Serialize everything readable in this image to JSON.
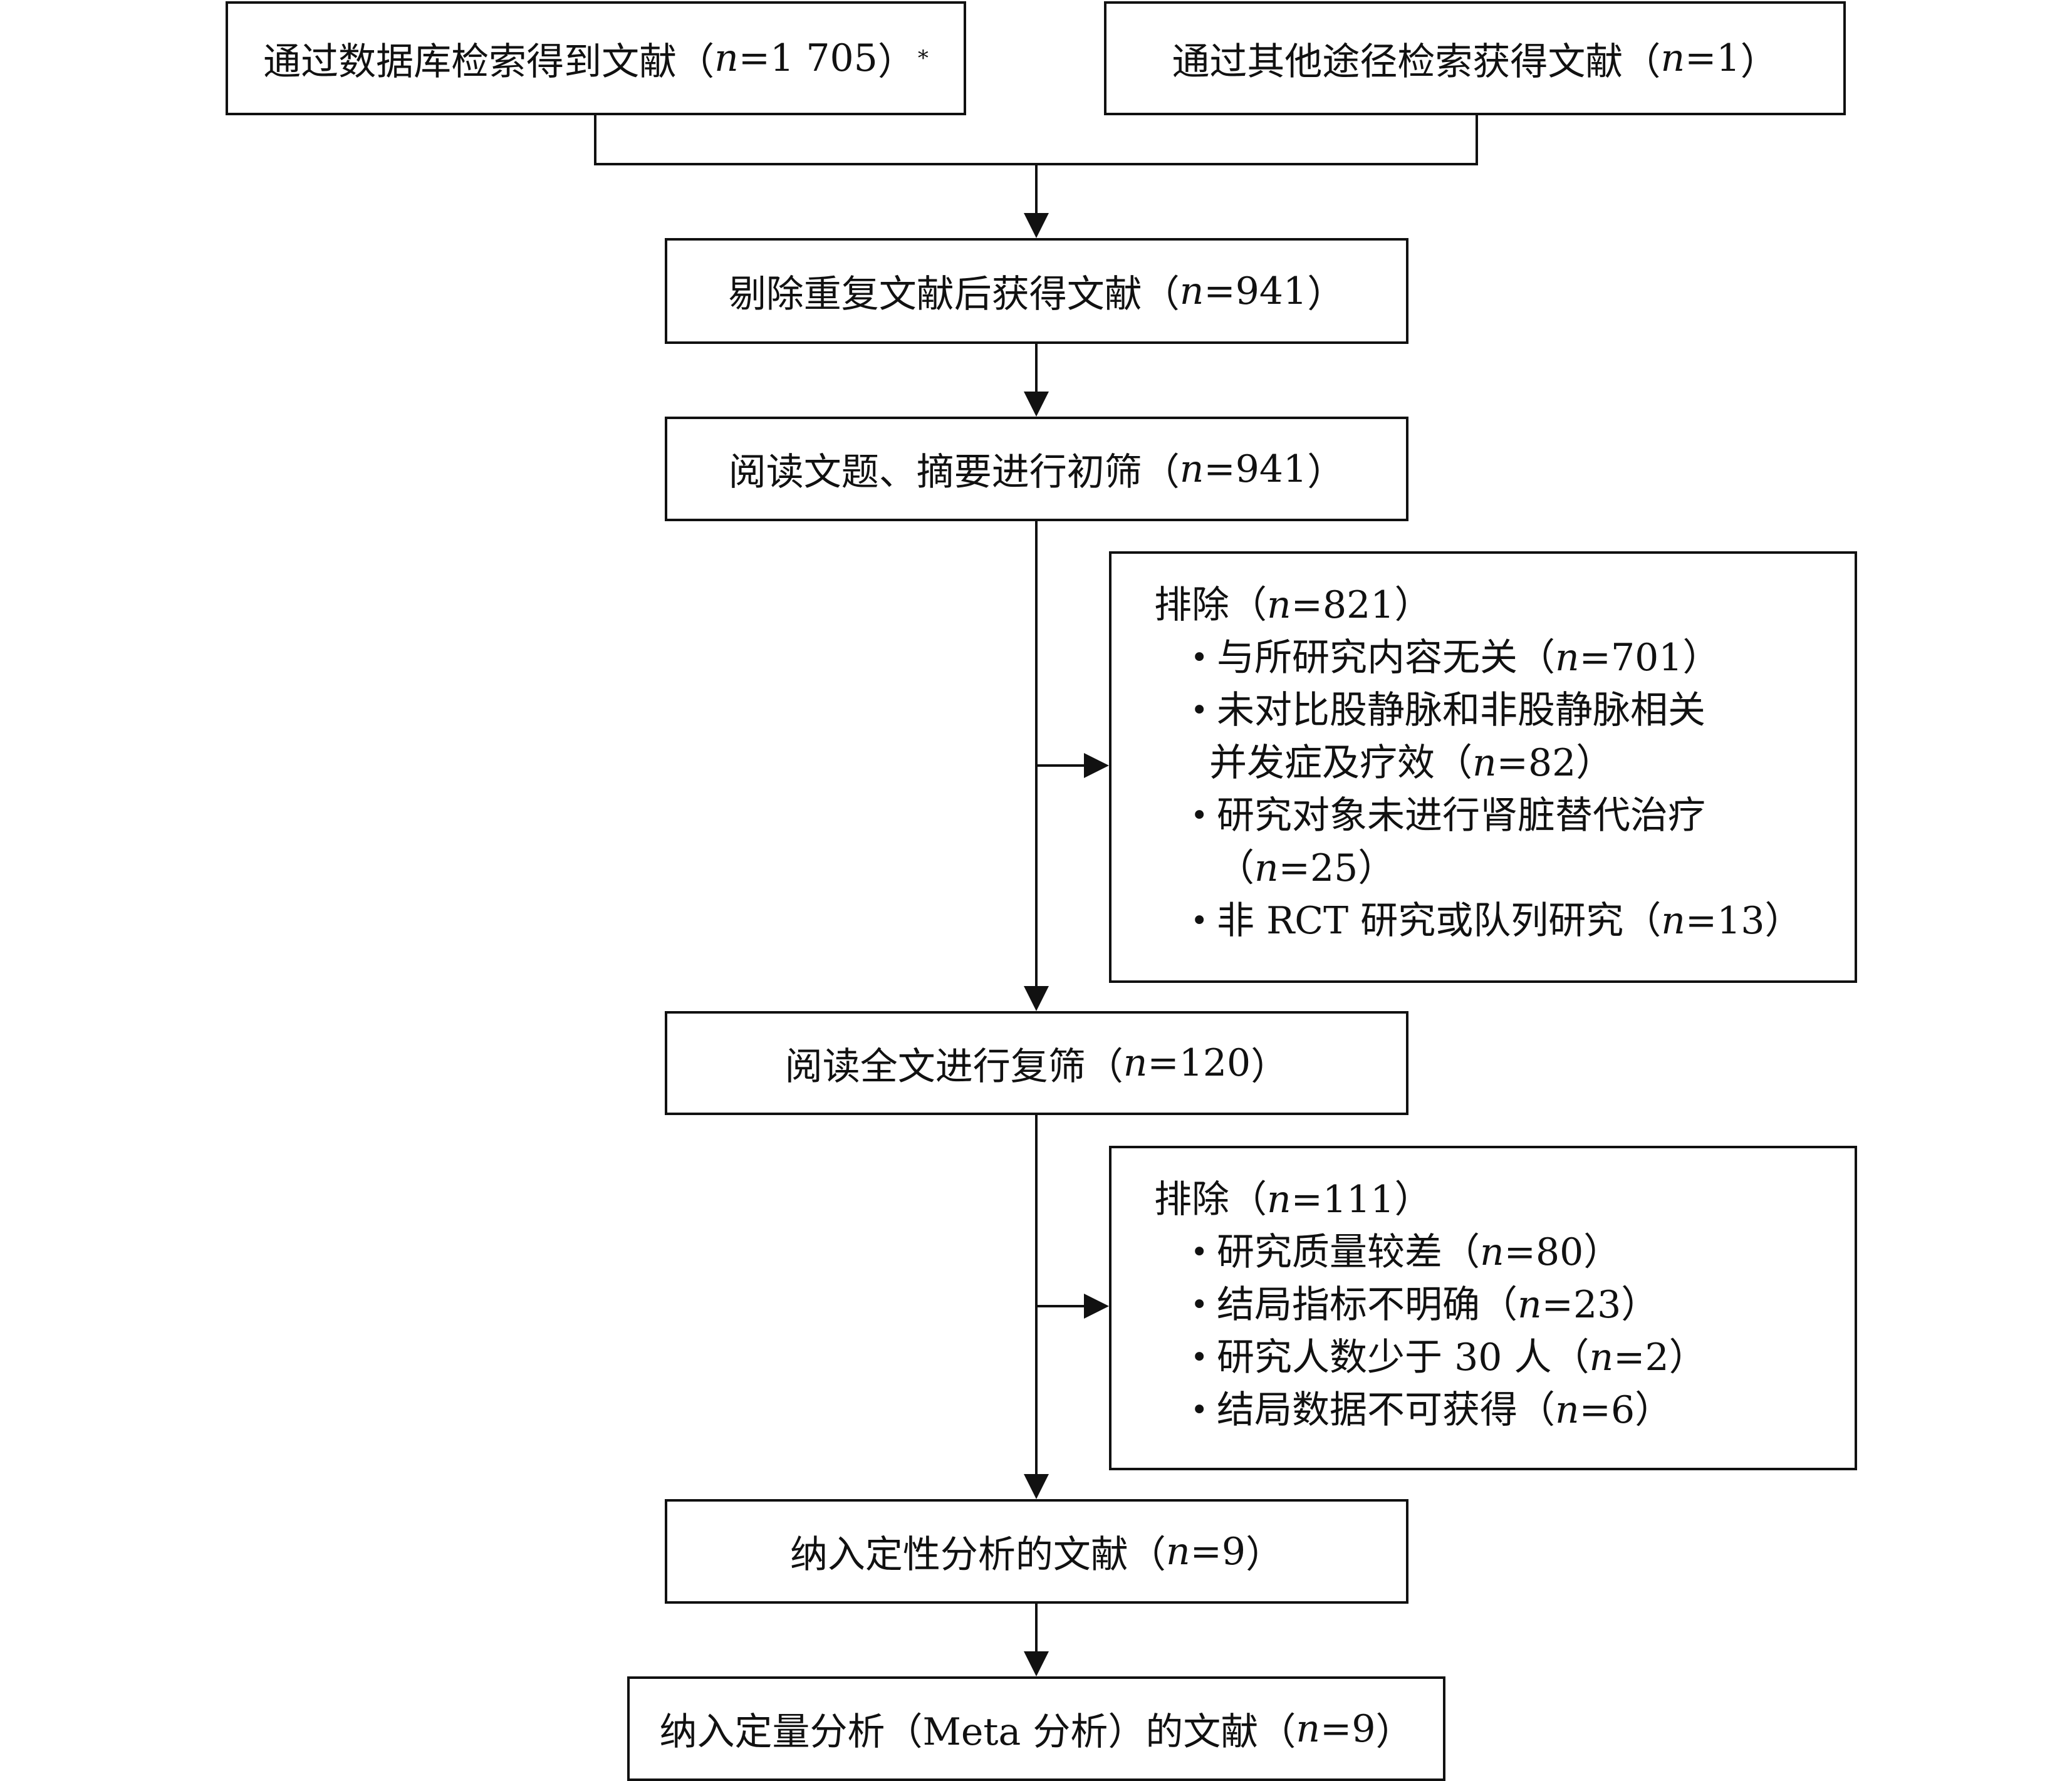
{
  "boxes": {
    "db_search": {
      "text": "通过数据库检索得到文献（",
      "n": "1 705",
      "note": "*"
    },
    "other_search": {
      "text": "通过其他途径检索获得文献（",
      "n": "1"
    },
    "dedup": {
      "text": "剔除重复文献后获得文献（",
      "n": "941"
    },
    "initial_screen": {
      "text": "阅读文题、摘要进行初筛（",
      "n": "941"
    },
    "full_text": {
      "text": "阅读全文进行复筛（",
      "n": "120"
    },
    "qualitative": {
      "text": "纳入定性分析的文献（",
      "n": "9"
    },
    "quantitative": {
      "text": "纳入定量分析（Meta 分析）的文献（",
      "n": "9"
    }
  },
  "exclusions": {
    "first": {
      "title": "排除（",
      "n": "821",
      "items": [
        {
          "lines": [
            "与所研究内容无关（"
          ],
          "n": "701"
        },
        {
          "lines": [
            "未对比股静脉和非股静脉相关",
            "并发症及疗效（"
          ],
          "n": "82"
        },
        {
          "lines": [
            "研究对象未进行肾脏替代治疗",
            "（"
          ],
          "n": "25"
        },
        {
          "lines": [
            "非 RCT 研究或队列研究（"
          ],
          "n": "13"
        }
      ]
    },
    "second": {
      "title": "排除（",
      "n": "111",
      "items": [
        {
          "lines": [
            "研究质量较差（"
          ],
          "n": "80"
        },
        {
          "lines": [
            "结局指标不明确（"
          ],
          "n": "23"
        },
        {
          "lines": [
            "研究人数少于 30 人（"
          ],
          "n": "2"
        },
        {
          "lines": [
            "结局数据不可获得（"
          ],
          "n": "6"
        }
      ]
    }
  },
  "symbols": {
    "n_var": "n",
    "equals": "=",
    "close_paren": "）"
  }
}
